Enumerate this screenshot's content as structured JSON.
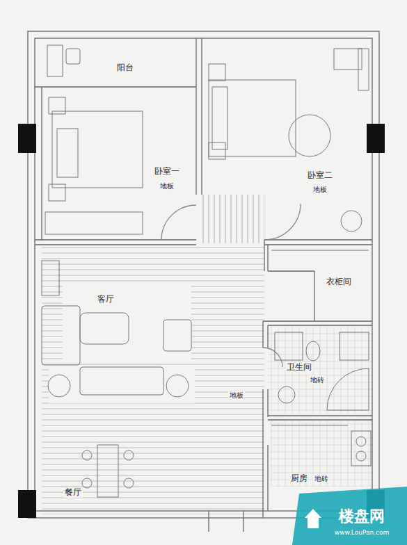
{
  "diagram": {
    "nodes": [
      {
        "text": [
          "阳台"
        ]
      },
      {
        "text": [
          "卧室一",
          "地板"
        ]
      },
      {
        "text": [
          "卧室二",
          "地板"
        ]
      },
      {
        "text": [
          "衣柜间"
        ]
      },
      {
        "text": [
          "卫生间",
          "地砖"
        ]
      },
      {
        "text": [
          "厨房",
          "地砖"
        ]
      }
    ],
    "labels": [
      "客厅",
      "地板",
      "餐厅",
      "楼盘网",
      "www.LouPan.com"
    ]
  }
}
